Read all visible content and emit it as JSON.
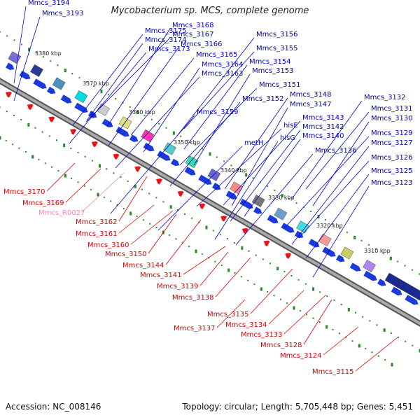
{
  "title": "Mycobacterium sp. MCS, complete genome",
  "footer": {
    "accession": "Accession: NC_008146",
    "summary": "Topology: circular; Length: 5,705,448 bp; Genes: 5,451"
  },
  "colors": {
    "forward_label": "#0000cc",
    "reverse_label": "#dd0000",
    "rna_label": "#ee88bb",
    "backbone_dark": "#555555",
    "backbone_light": "#aaaaaa",
    "tick": "#2a8a2a",
    "forward_arrow": "#1a3adc",
    "reverse_arrow": "#ee1111"
  },
  "kbp_marks": [
    "3380 kbp",
    "3370 kbp",
    "3360 kbp",
    "3350 kbp",
    "3340 kbp",
    "3330 kbp",
    "3320 kbp",
    "3310 kbp"
  ],
  "forward_genes": [
    "Mmcs_3194",
    "Mmcs_3193",
    "Mmcs_3175",
    "Mmcs_3168",
    "Mmcs_3174",
    "Mmcs_3167",
    "Mmcs_3173",
    "Mmcs_3166",
    "Mmcs_3165",
    "Mmcs_3164",
    "Mmcs_3163",
    "Mmcs_3156",
    "Mmcs_3155",
    "Mmcs_3154",
    "Mmcs_3153",
    "Mmcs_3159",
    "Mmcs_3151",
    "Mmcs_3152",
    "Mmcs_3148",
    "Mmcs_3147",
    "hisE",
    "Mmcs_3143",
    "Mmcs_3142",
    "hisG",
    "Mmcs_3140",
    "metH",
    "Mmcs_3136",
    "Mmcs_3132",
    "Mmcs_3131",
    "Mmcs_3130",
    "Mmcs_3129",
    "Mmcs_3127",
    "Mmcs_3126",
    "Mmcs_3125",
    "Mmcs_3123"
  ],
  "reverse_genes": [
    "Mmcs_3170",
    "Mmcs_3169",
    "Mmcs_R0027",
    "Mmcs_3162",
    "Mmcs_3161",
    "Mmcs_3160",
    "Mmcs_3150",
    "Mmcs_3144",
    "Mmcs_3141",
    "Mmcs_3139",
    "Mmcs_3138",
    "Mmcs_3135",
    "Mmcs_3137",
    "Mmcs_3134",
    "Mmcs_3133",
    "Mmcs_3128",
    "Mmcs_3124",
    "Mmcs_3115"
  ]
}
